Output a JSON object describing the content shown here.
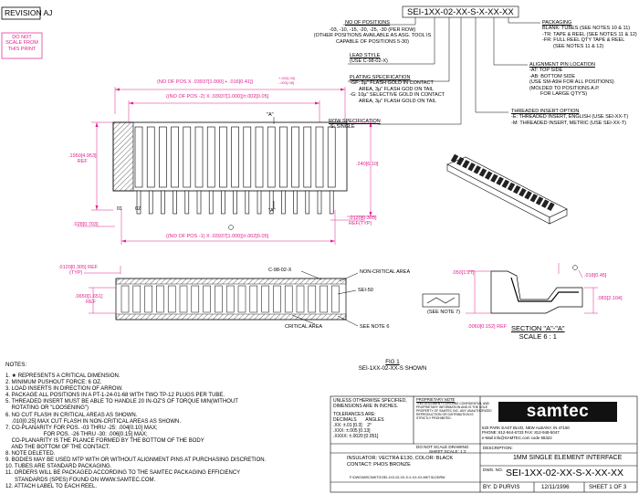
{
  "header": {
    "revision": "REVISION AJ",
    "part_number": "SEI-1XX-02-XX-S-X-XX-XX"
  },
  "warning": [
    "DO NOT",
    "SCALE FROM",
    "THIS PRINT"
  ],
  "options": {
    "positions": {
      "title": "NO OF POSITIONS",
      "lines": [
        "-03, -10, -15, -20, -25, -30 (PER ROW)",
        "(OTHER POSITIONS AVAILABLE AS ASG. TOOL IS",
        "CAPABLE OF POSITIONS 5-30)"
      ]
    },
    "lead_style": {
      "title": "LEAD STYLE",
      "lines": [
        "(USE C-98-02-X)"
      ]
    },
    "plating": {
      "title": "PLATING SPECIFICATION",
      "lines": [
        "-GF: 3µ\" FLASH GOLD IN CONTACT",
        "AREA, 3µ\" FLASH GOD ON TAIL",
        "-G: 10µ\" SELECTIVE GOLD IN CONTACT",
        "AREA, 3µ\" FLASH GOLD ON TAIL"
      ]
    },
    "row": {
      "title": "ROW SPECIFICATION",
      "lines": [
        "-S: SINGLE"
      ]
    },
    "packaging": {
      "title": "PACKAGING",
      "lines": [
        "BLANK: TUBES (SEE NOTES 10 & 11)",
        "-TR: TAPE & REEL (SEE NOTES 11 & 12)",
        "-FR: FULL REEL QTY TAPE & REEL",
        "(SEE NOTES 11 & 12)"
      ]
    },
    "alignment": {
      "title": "ALIGNMENT PIN LOCATION",
      "lines": [
        "-AT: TOP SIDE",
        "-AB: BOTTOM SIDE",
        "(USE SM-A9H FOR ALL POSITIONS)",
        "(MOLDED TO POSITIONS A.P.",
        "FOR LARGE QTY'S)"
      ]
    },
    "threaded": {
      "title": "THREADED INSERT OPTION",
      "lines": [
        "-E: THREADED INSERT, ENGLISH (USE SEI-XX-T)",
        "-M: THREADED INSERT, METRIC (USE SEI-XX-T)"
      ]
    }
  },
  "dims": {
    "top1": "(NO OF POS X .03937[1.000] + .016[0.41])",
    "top1_tol": [
      "+.002[.05]",
      "-.003[.08]"
    ],
    "top2": "((NO OF POS -2) X .03937[1.000])±.002[0.05]",
    "bottom": "((NO OF POS -1) X .03937[1.000])±.002[0.05]",
    "height": ".1950[4.953]",
    "height_ref": "REF",
    "right_h": ".240[6.10]",
    "left_w": ".028[0.703]",
    "right_w": ".0120[0.305]",
    "right_w_ref": "REF(TYP)",
    "pin_01": "01",
    "pin_02": "02",
    "section_mark": "\"A\"",
    "sv_top": ".0120[0.305] REF",
    "sv_typ": "(TYP)",
    "sv_left": ".0650[1.651]",
    "sv_ref": "REF",
    "lbl_c98": "C-98-02-X",
    "lbl_noncrit": "NON-CRITICAL AREA",
    "lbl_sei50": "SEI-50",
    "lbl_crit": "CRITICAL AREA",
    "lbl_note6": "SEE NOTE 6",
    "lbl_note7": "(SEE NOTE 7)",
    "sec_050": ".050[1.27]",
    "sec_018": ".018[0.45]",
    "sec_083": ".083[2.104]",
    "sec_006": ".0060[0.152] REF",
    "section_title": "SECTION \"A\"-\"A\"",
    "section_scale": "SCALE 6 : 1"
  },
  "figure": {
    "title": "FIG 1",
    "caption": "SEI-1XX-02-XX-S SHOWN"
  },
  "notes": {
    "heading": "NOTES:",
    "items": [
      "1. ★ REPRESENTS A CRITICAL DIMENSION.",
      "2. MINIMUM PUSHOUT FORCE: 6 OZ.",
      "3. LOAD INSERTS IN DIRECTION OF ARROW.",
      "4. PACKAGE ALL POSITIONS IN A PT-1-24-01-68 WITH TWO TP-12 PLUGS PER TUBE.",
      "5. THREADED INSERT MUST BE ABLE TO HANDLE 20 IN-OZ'S OF TORQUE MIN(WITHOUT",
      "    ROTATING OR \"LOOSENING\")",
      "6. NO CUT FLASH IN CRITICAL AREAS AS SHOWN.",
      "    .010[0.25] MAX CUT FLASH IN NON-CRITICAL AREAS AS SHOWN.",
      "7. CO-PLANARITY FOR POS. -03 THRU -25: .004[0.10] MAX;",
      "                         FOR POS. -26 THRU -30: .006[0.15] MAX;",
      "    CO-PLANARITY IS THE PLANCE FORMED BY THE BOTTOM OF THE BODY",
      "    AND THE BOTTOM OF THE CONTACT.",
      "8. NOTE DELETED.",
      "9. BODIES MAY BE USED MTP WITH OR WITHOUT ALIGNMENT PINS AT PURCHASING DISCRETION.",
      "10. TUBES ARE STANDARD PACKAGING.",
      "11. ORDERS WILL BE PACKAGED ACCORDING TO THE SAMTEC PACKAGING EFFICIENCY",
      "      STANDARDS (SPES) FOUND ON WWW.SAMTEC.COM.",
      "12. ATTACH LABEL TO EACH REEL."
    ]
  },
  "title_block": {
    "unless": [
      "UNLESS OTHERWISE SPECIFIED,",
      "DIMENSIONS ARE IN INCHES."
    ],
    "tol_title": "TOLERANCES ARE:",
    "decimals": "DECIMALS",
    "angles": "ANGLES",
    "tol_rows": [
      ".XX: ±.01 [0.3]",
      ".XXX: ±.005 [0.13]",
      ".XXXX: ±.0020 [0.051]"
    ],
    "angle_val": "2°",
    "prop_title": "PROPRIETARY NOTE",
    "prop_lines": [
      "THIS DOCUMENT CONTAINS CONFIDENTIAL AND",
      "PROPRIETARY INFORMATION AND IS THE SOLE",
      "PROPERTY OF SAMTEC INC. ANY UNAUTHORIZED",
      "REPRODUCTION OR DISTRIBUTION IS",
      "STRICTLY PROHIBITED."
    ],
    "no_scale": "DO NOT SCALE DRAWING",
    "sheet_scale": "SHEET SCALE: 1:2",
    "material": [
      "INSULATOR: VECTRA E130, COLOR: BLACK",
      "CONTACT: PHOS BRONZE"
    ],
    "path": "F:\\DWG\\MISC\\MKTG\\SEI-1XX-02-XX-S-X-XX-XX-MKT.SLDDRW",
    "logo": "samtec",
    "address": [
      "520 PARK EAST BLVD, NEW ALBANY, IN 47150",
      "PHONE: 812-944-6733      FAX: 812-948-5047",
      "e-Mail  info@SAMTEC.com     code  55322"
    ],
    "desc_label": "DESCRIPTION:",
    "desc": "1MM SINGLE ELEMENT INTERFACE",
    "dwg_label": "DWG. NO.",
    "dwg": "SEI-1XX-02-XX-S-X-XX-XX",
    "by": "BY: D PURVIS",
    "date": "12/11/1996",
    "sheet": "SHEET 1 OF 3"
  }
}
